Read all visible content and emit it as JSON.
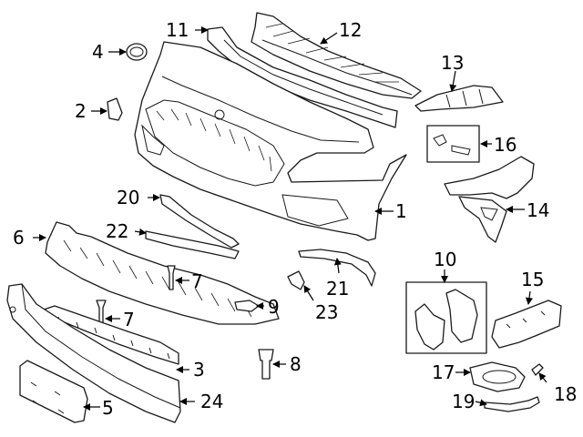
{
  "diagram": {
    "callouts": [
      {
        "id": "c1",
        "label": "1"
      },
      {
        "id": "c2",
        "label": "2"
      },
      {
        "id": "c3",
        "label": "3"
      },
      {
        "id": "c4",
        "label": "4"
      },
      {
        "id": "c5",
        "label": "5"
      },
      {
        "id": "c6",
        "label": "6"
      },
      {
        "id": "c7a",
        "label": "7"
      },
      {
        "id": "c7b",
        "label": "7"
      },
      {
        "id": "c8",
        "label": "8"
      },
      {
        "id": "c9",
        "label": "9"
      },
      {
        "id": "c10",
        "label": "10"
      },
      {
        "id": "c11",
        "label": "11"
      },
      {
        "id": "c12",
        "label": "12"
      },
      {
        "id": "c13",
        "label": "13"
      },
      {
        "id": "c14",
        "label": "14"
      },
      {
        "id": "c15",
        "label": "15"
      },
      {
        "id": "c16",
        "label": "16"
      },
      {
        "id": "c17",
        "label": "17"
      },
      {
        "id": "c18",
        "label": "18"
      },
      {
        "id": "c19",
        "label": "19"
      },
      {
        "id": "c20",
        "label": "20"
      },
      {
        "id": "c21",
        "label": "21"
      },
      {
        "id": "c22",
        "label": "22"
      },
      {
        "id": "c23",
        "label": "23"
      },
      {
        "id": "c24",
        "label": "24"
      }
    ]
  }
}
